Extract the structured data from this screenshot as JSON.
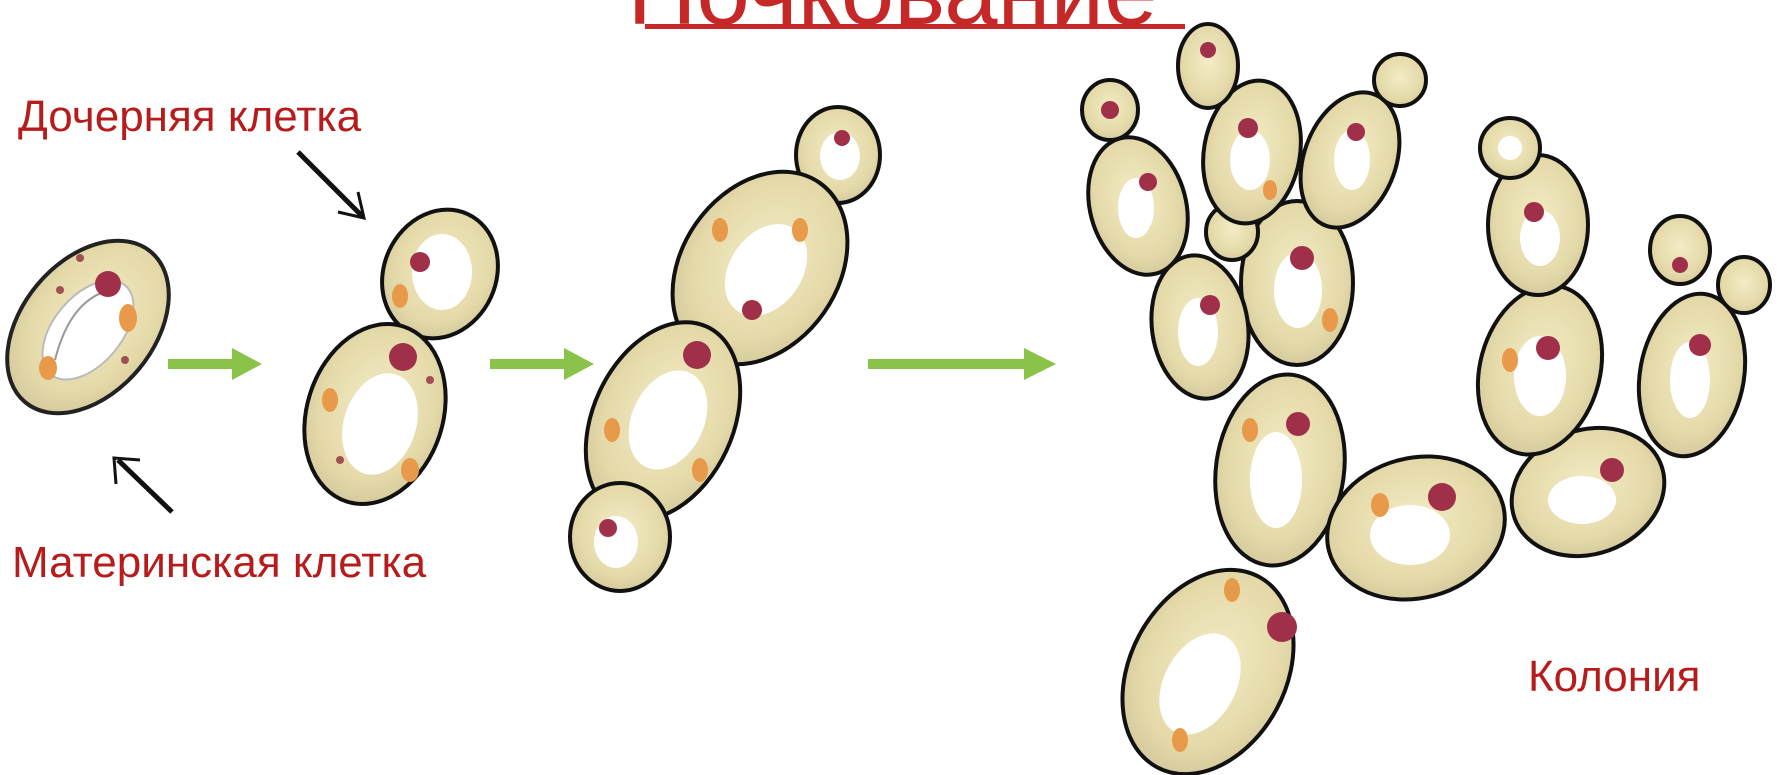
{
  "title": "Почкование",
  "labels": {
    "daughter_cell": "Дочерняя  клетка",
    "mother_cell": "Материнская клетка",
    "colony": "Колония"
  },
  "colors": {
    "label_text": "#b71c1c",
    "title_text": "#c62828",
    "process_arrow": "#8bc34a",
    "cell_outline": "#222222",
    "cytoplasm": "#e6dcae",
    "vacuole": "#ffffff",
    "nucleus": "#a0304a",
    "granule": "#e89a4a"
  },
  "icons": [
    "stage-arrow-icon",
    "pointer-arrow-icon"
  ]
}
